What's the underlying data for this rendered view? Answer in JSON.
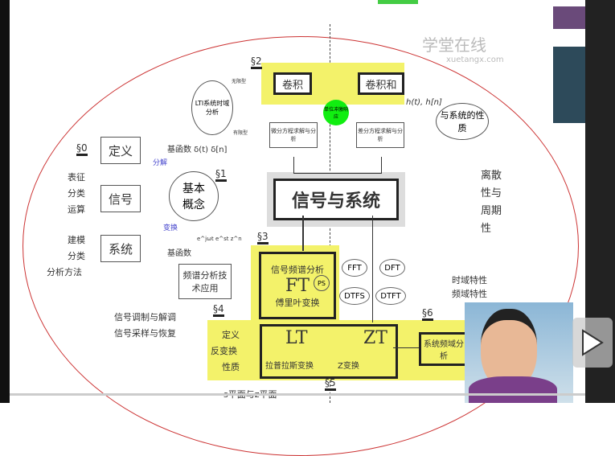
{
  "watermark": {
    "name": "学堂在线",
    "url": "xuetangx.com"
  },
  "diagram": {
    "sections": [
      "§0",
      "§1",
      "§2",
      "§3",
      "§4",
      "§5",
      "§6"
    ],
    "def": "定义",
    "signal": "信号",
    "system": "系统",
    "basic": "基本\n概念",
    "signal_items": [
      "表征",
      "分类",
      "运算"
    ],
    "system_items": [
      "建模",
      "分类",
      "分析方法"
    ],
    "basis1": "基函数 δ(t) δ[n]",
    "basis2": "基函数",
    "basis2_fn": "e^jωt e^st z^n",
    "decompose": "分解",
    "transform": "变换",
    "lti": "LTI系统时域分析",
    "cont_label": "无限型",
    "disc_label": "有限型",
    "conv": "卷积",
    "conv_sum": "卷积和",
    "impulse": "单位冲激响应",
    "diff_eq": "微分方程求解与分析",
    "diff_eq2": "差分方程求解与分析",
    "h": "h(t), h[n]",
    "sys_prop": "与系统的性质",
    "main": "信号与系统",
    "disc_period": "离散性与周期性",
    "ft_top": "信号频谱分析",
    "ft": "FT",
    "ps": "PS",
    "ft_bottom": "傅里叶变换",
    "fft": "FFT",
    "dft": "DFT",
    "dtfs": "DTFS",
    "dtft": "DTFT",
    "spec_app": "频谱分析技术应用",
    "mod": "信号调制与解调",
    "samp": "信号采样与恢复",
    "lt_items": [
      "定义",
      "反变换",
      "性质"
    ],
    "lt": "LT",
    "lt_name": "拉普拉斯变换",
    "zt": "ZT",
    "zt_name": "Z变换",
    "sys_freq": "系统频域分析",
    "time_char": "时域特性",
    "freq_char": "频域特性",
    "s_z": "s平面与z平面"
  }
}
